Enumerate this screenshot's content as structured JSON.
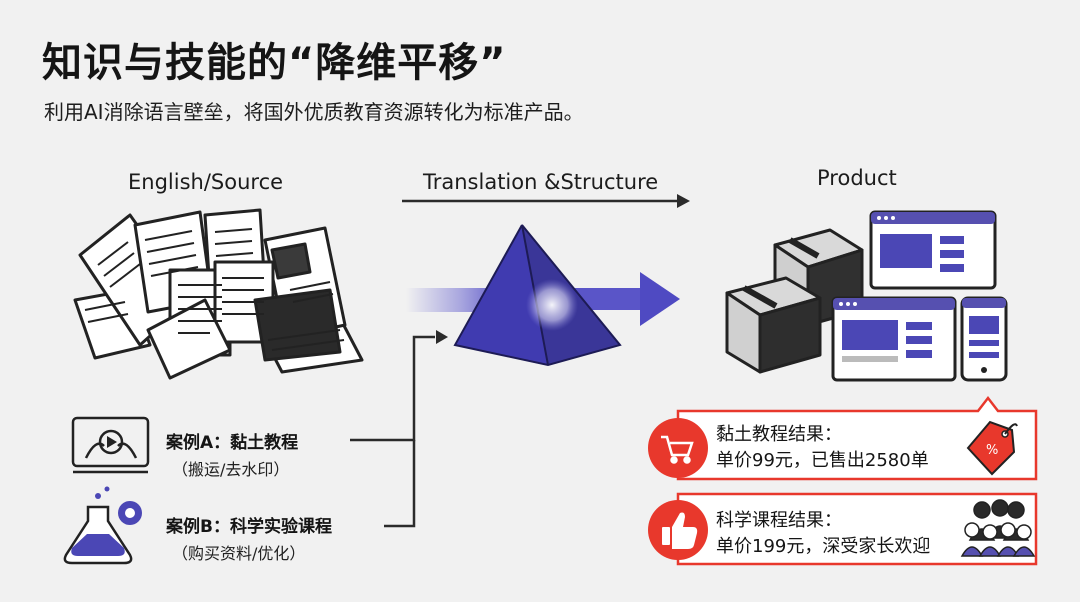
{
  "header": {
    "title": "知识与技能的“降维平移”",
    "subtitle": "利用AI消除语言壁垒，将国外优质教育资源转化为标准产品。"
  },
  "columns": {
    "source": "English/Source",
    "translation": "Translation &Structure",
    "product": "Product"
  },
  "cases": [
    {
      "title": "案例A：黏土教程",
      "detail": "（搬运/去水印）",
      "icon": "video-play-icon"
    },
    {
      "title": "案例B：科学实验课程",
      "detail": "（购买资料/优化）",
      "icon": "flask-gear-icon"
    }
  ],
  "results": [
    {
      "heading": "黏土教程结果：",
      "detail": "单价99元，已售出2580单",
      "icon": "shopping-cart-icon",
      "badge": "price-tag-icon"
    },
    {
      "heading": "科学课程结果：",
      "detail": "单价199元，深受家长欢迎",
      "icon": "thumbs-up-icon",
      "badge": "parents-group-icon"
    }
  ],
  "colors": {
    "accent_red": "#e8382c",
    "prism_purple": "#4b47b5",
    "ui_purple": "#5650b0",
    "dark": "#2b2b2b"
  }
}
